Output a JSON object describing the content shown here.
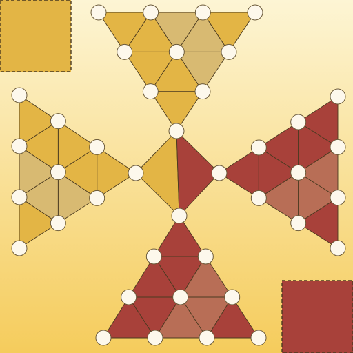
{
  "colors": {
    "bg_top": "#fdf5d4",
    "bg_bottom": "#f5cc5c",
    "gold": "#e3b545",
    "gold_light": "#d8ba72",
    "red": "#a8413a",
    "red_light": "#b86e56",
    "stroke": "#4a3a20",
    "peg_fill": "#fdf8ec",
    "peg_stroke": "#6b5a3a"
  },
  "player_slots": [
    {
      "name": "gold",
      "color_key": "gold"
    },
    {
      "name": "red",
      "color_key": "red"
    }
  ]
}
